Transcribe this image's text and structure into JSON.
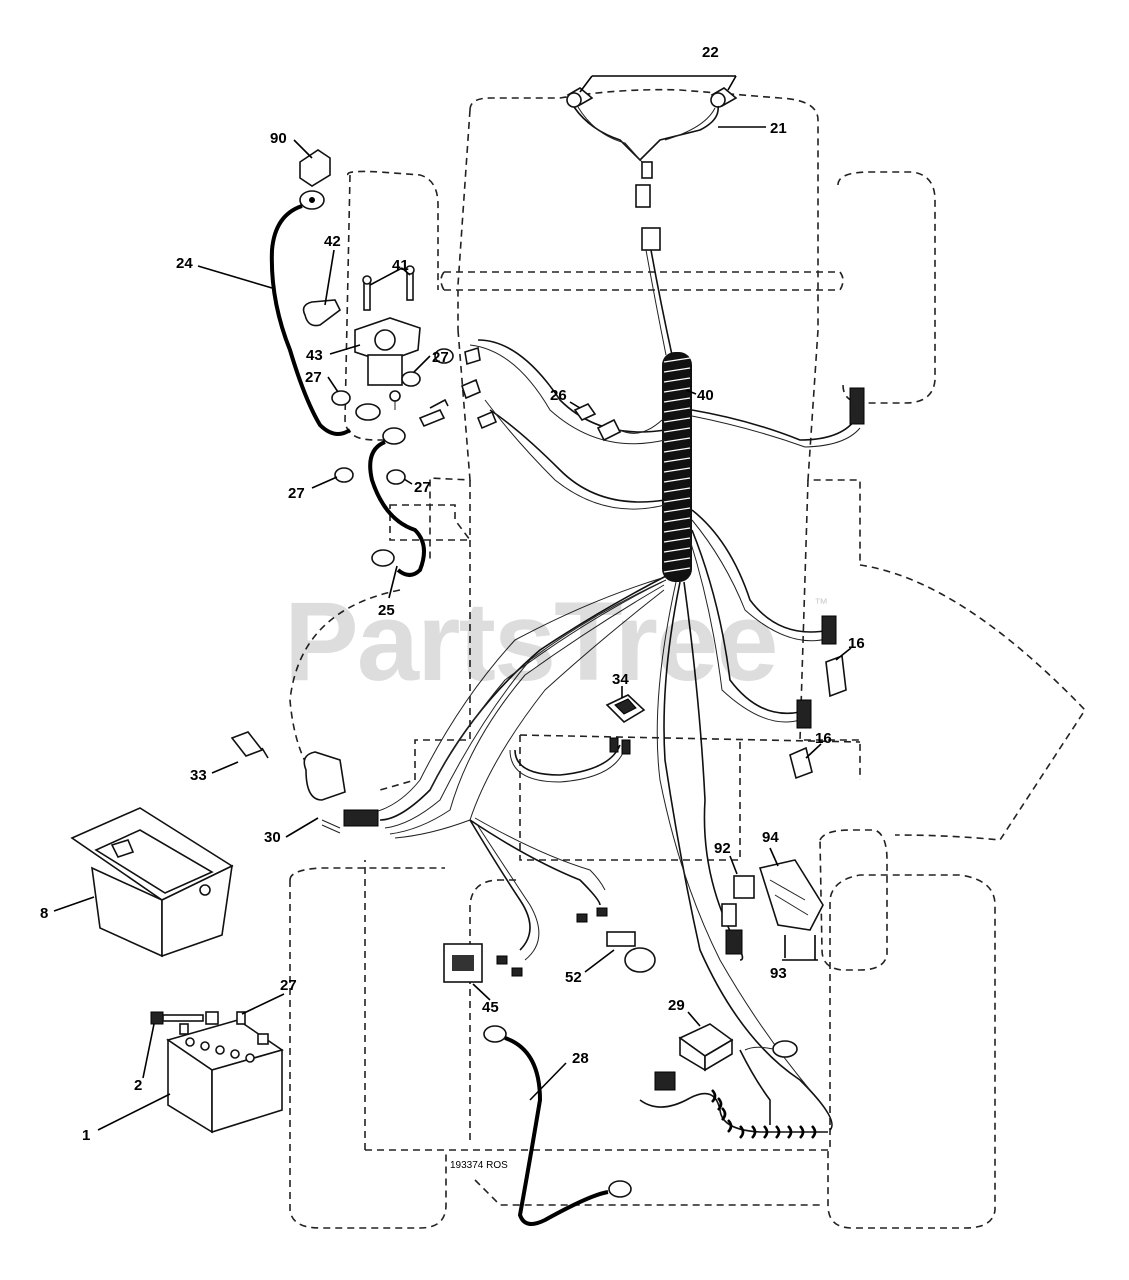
{
  "diagram": {
    "drawing_code": "193374 ROS",
    "watermark": "PartsTree",
    "watermark_mark": "™",
    "callouts": [
      {
        "id": "c22",
        "label": "22"
      },
      {
        "id": "c21",
        "label": "21"
      },
      {
        "id": "c90",
        "label": "90"
      },
      {
        "id": "c42",
        "label": "42"
      },
      {
        "id": "c41",
        "label": "41"
      },
      {
        "id": "c24",
        "label": "24"
      },
      {
        "id": "c43",
        "label": "43"
      },
      {
        "id": "c27a",
        "label": "27"
      },
      {
        "id": "c27b",
        "label": "27"
      },
      {
        "id": "c27c",
        "label": "27"
      },
      {
        "id": "c27d",
        "label": "27"
      },
      {
        "id": "c27e",
        "label": "27"
      },
      {
        "id": "c26",
        "label": "26"
      },
      {
        "id": "c40",
        "label": "40"
      },
      {
        "id": "c25",
        "label": "25"
      },
      {
        "id": "c16a",
        "label": "16"
      },
      {
        "id": "c16b",
        "label": "16"
      },
      {
        "id": "c34",
        "label": "34"
      },
      {
        "id": "c33",
        "label": "33"
      },
      {
        "id": "c30",
        "label": "30"
      },
      {
        "id": "c92",
        "label": "92"
      },
      {
        "id": "c94",
        "label": "94"
      },
      {
        "id": "c93",
        "label": "93"
      },
      {
        "id": "c8",
        "label": "8"
      },
      {
        "id": "c52",
        "label": "52"
      },
      {
        "id": "c45",
        "label": "45"
      },
      {
        "id": "c29",
        "label": "29"
      },
      {
        "id": "c28",
        "label": "28"
      },
      {
        "id": "c2",
        "label": "2"
      },
      {
        "id": "c1",
        "label": "1"
      }
    ]
  }
}
